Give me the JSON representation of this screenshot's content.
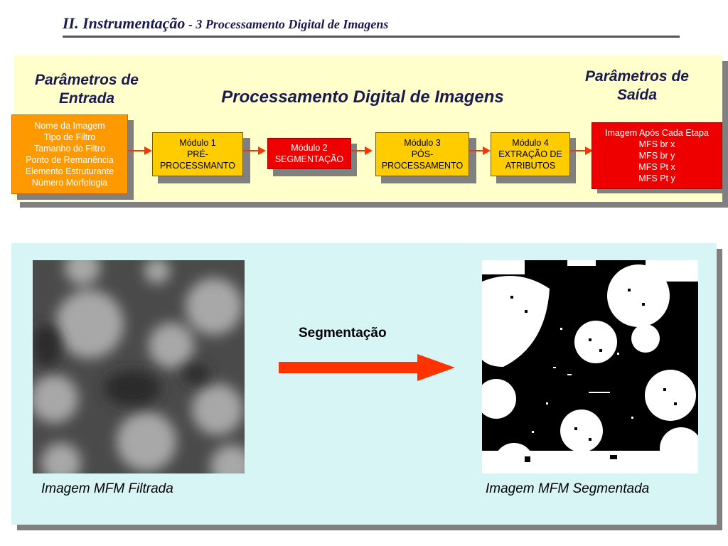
{
  "header": {
    "title_main": "II. Instrumentação",
    "title_sub": " - 3 Processamento Digital de Imagens"
  },
  "flow": {
    "input_heading_line1": "Parâmetros de",
    "input_heading_line2": "Entrada",
    "output_heading_line1": "Parâmetros de",
    "output_heading_line2": "Saída",
    "center_heading": "Processamento  Digital de Imagens",
    "input_box": [
      "Nome da Imagem",
      "Tipo de Filtro",
      "Tamanho do Filtro",
      "Ponto de Remanência",
      "Elemento Estruturante",
      "Número Morfologia"
    ],
    "modules": [
      {
        "lines": [
          "Módulo 1",
          "PRÉ-",
          "PROCESSMANTO"
        ]
      },
      {
        "lines": [
          "Módulo 2",
          "SEGMENTAÇÃO"
        ]
      },
      {
        "lines": [
          "Módulo 3",
          "PÓS-",
          "PROCESSAMENTO"
        ]
      },
      {
        "lines": [
          "Módulo 4",
          "EXTRAÇÃO DE",
          "ATRIBUTOS"
        ]
      }
    ],
    "output_box": [
      "Imagem Após Cada Etapa",
      "MFS br x",
      "MFS br y",
      "MFS Pt x",
      "MFS Pt y"
    ]
  },
  "comparison": {
    "arrow_label": "Segmentação",
    "left_caption": "Imagem MFM Filtrada",
    "right_caption": "Imagem MFM Segmentada"
  },
  "colors": {
    "panel_top": "#ffffcc",
    "panel_bottom": "#d8f5f5",
    "input_box": "#ff9900",
    "module_box": "#ffcc00",
    "highlight_box": "#ee0000",
    "arrow": "#ff3300"
  }
}
